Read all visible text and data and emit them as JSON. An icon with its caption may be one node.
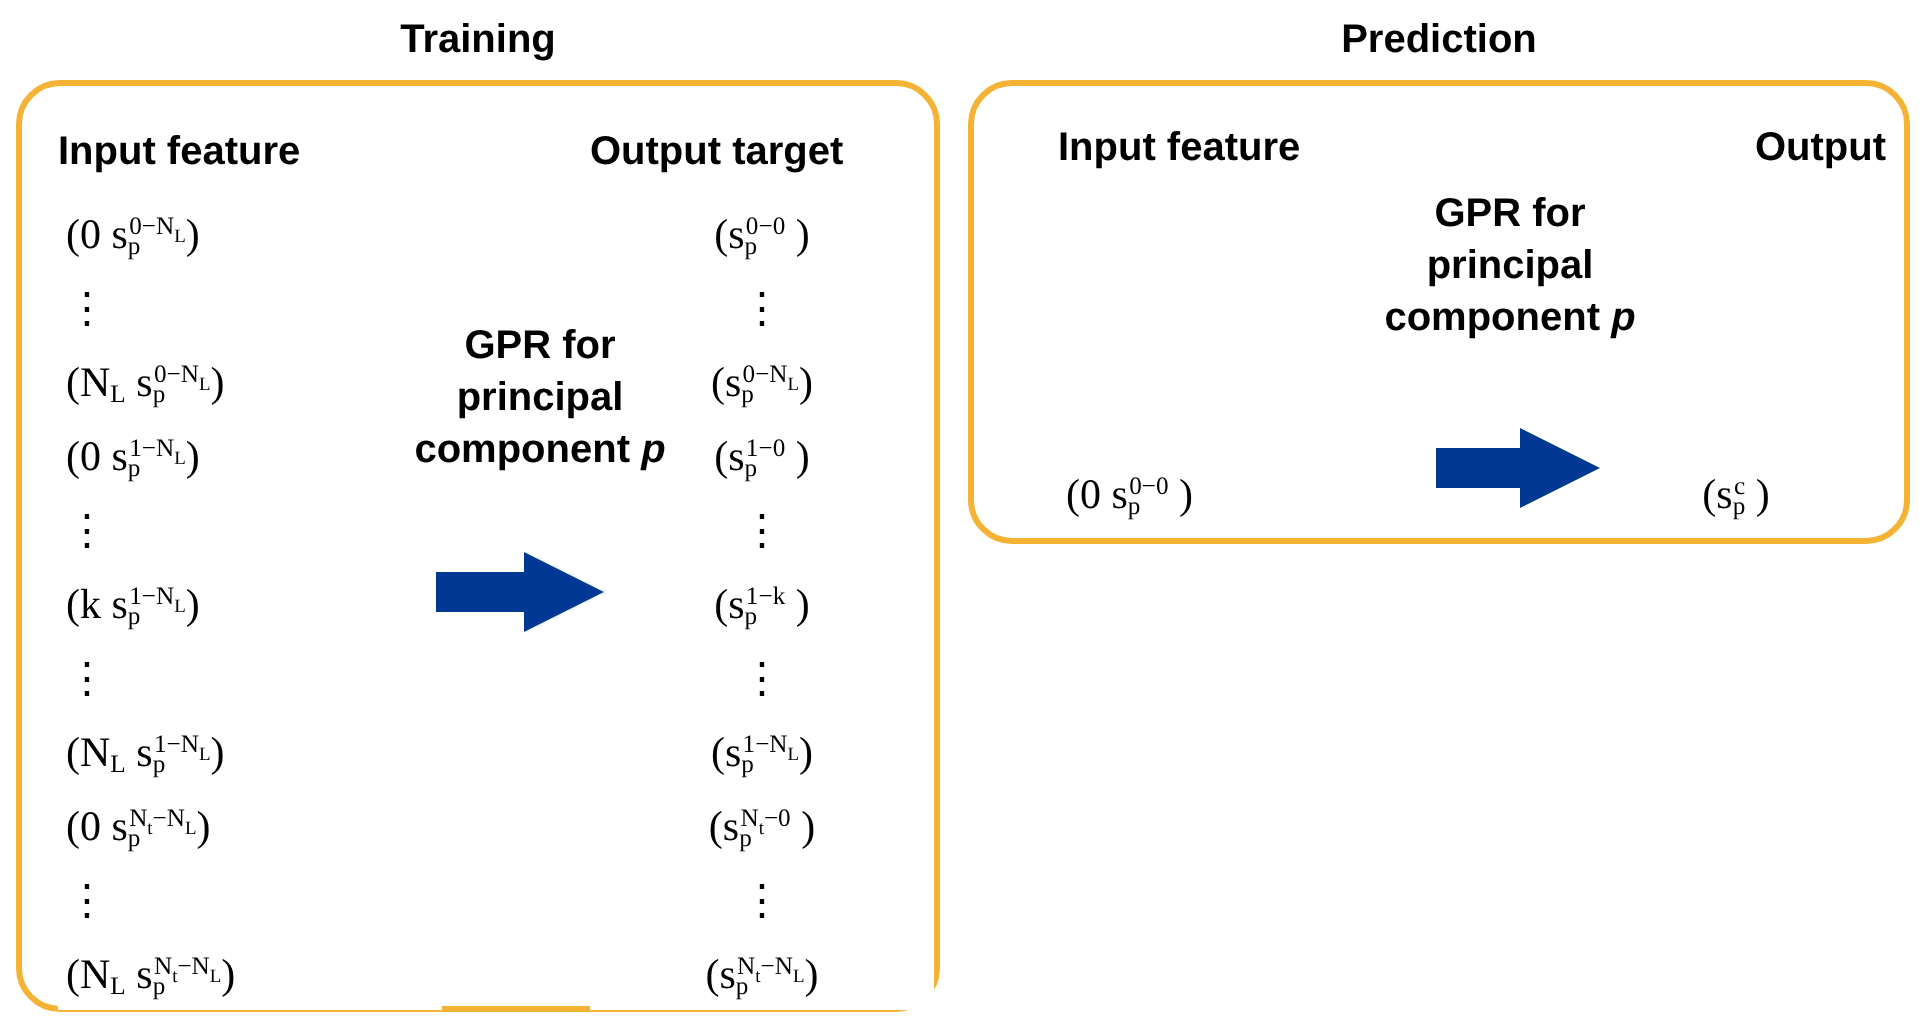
{
  "diagram": {
    "nodes": [
      {
        "text": [
          "Training"
        ]
      },
      {
        "text": [
          "Input feature",
          "(0 s$_{p}$$^{0−N}$$_{L}$)",
          "⋮",
          "(N$_{L}$ s$_{p}$$^{0−N}$$_{L}$)",
          "(0 s$_{p}$$^{1−N}$$_{L}$)",
          "⋮",
          "(k s$_{p}$$^{1−N}$$_{L}$)",
          "⋮",
          "(N$_{L}$ s$_{p}$$^{1−N}$$_{L}$)",
          "(0 s$_{p}$$^{N}$$_{t}$$^{−N}$$_{L}$)",
          "⋮",
          "(N$_{L}$ s$_{p}$$^{N}$$_{t}$$^{−N}$$_{L}$)"
        ],
        "in": 0
      },
      {
        "text": [
          "Output target",
          "(s$_{p}$$^{0−0}$ )",
          "⋮",
          "(s$_{p}$$^{0−N}$$_{L}$)",
          "(s$_{p}$$^{1−0}$ )",
          "⋮",
          "(s$_{p}$$^{1−k}$ )",
          "⋮",
          "(s$_{p}$$^{1−N}$$_{L}$)",
          "(s$_{p}$$^{N}$$_{t}$$^{−0}$ )",
          "⋮",
          "(s$_{p}$$^{N}$$_{t}$$^{−N}$$_{L}$)"
        ],
        "in": 0
      },
      {
        "text": [
          "Prediction"
        ]
      },
      {
        "text": [
          "Input feature",
          "(0 s$_{p}$$^{0−0}$ )"
        ],
        "in": 3
      },
      {
        "text": [
          "Output",
          "(s$_{p}$$^{c}$ )"
        ],
        "in": 3
      }
    ],
    "edges": [
      {
        "from": 1,
        "to": 2,
        "arrow": "to",
        "label": "GPR for principal component *p*"
      },
      {
        "from": 4,
        "to": 5,
        "arrow": "to",
        "label": "GPR for principal component *p*"
      }
    ]
  }
}
